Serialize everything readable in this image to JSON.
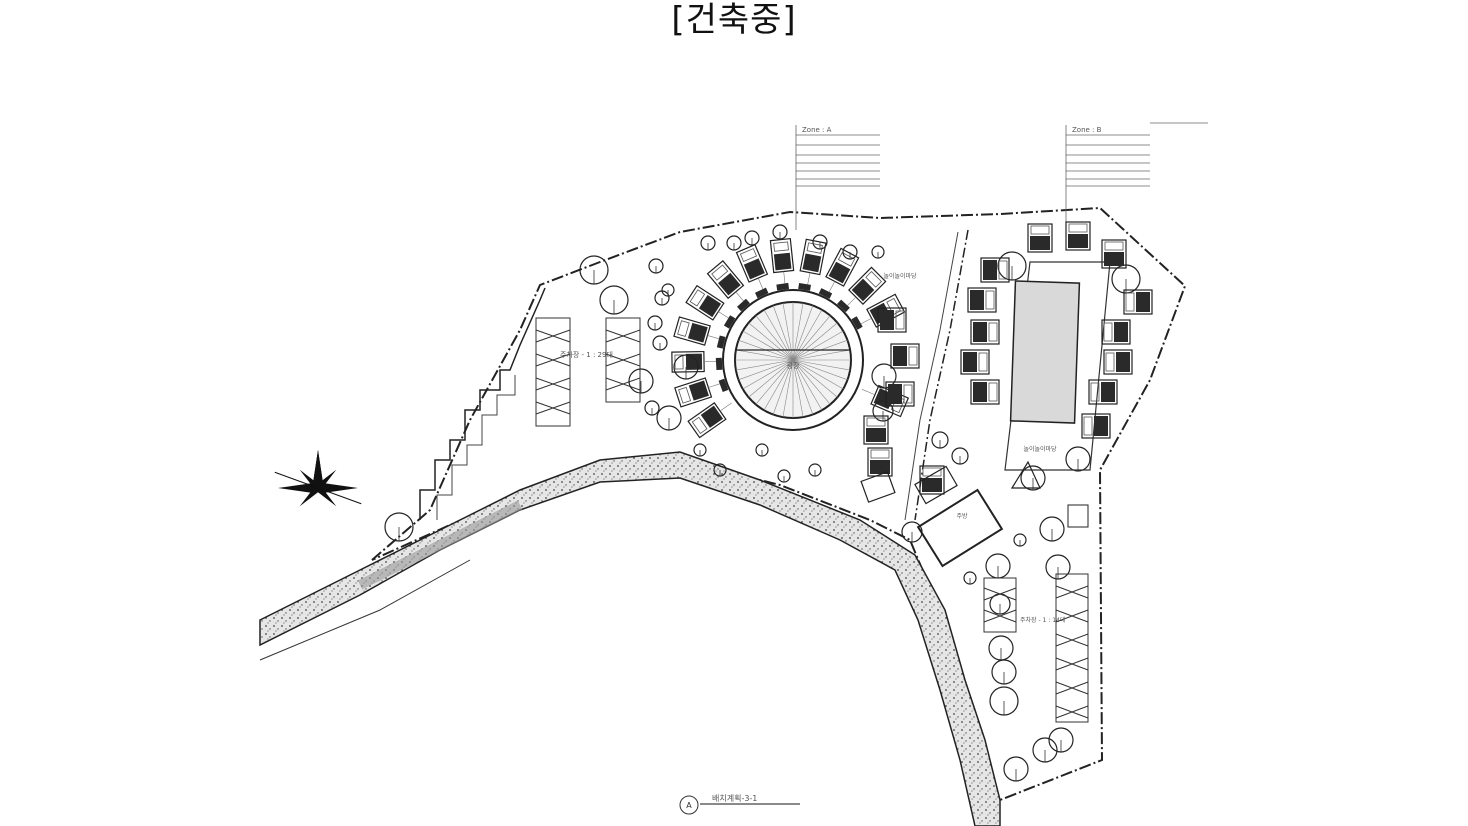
{
  "page": {
    "title": "[건축중]"
  },
  "plan": {
    "zone_a_label": "Zone : A",
    "zone_b_label": "Zone : B",
    "plaza_label": "광장",
    "parking_1_label": "주차장 - 1 : 29대",
    "parking_2_label": "주차장 - 1 : 14대",
    "play_label_a": "놀이놀이마당",
    "play_label_b": "놀이놀이마당",
    "kitchen_label": "주방",
    "drawing_label": "배치계획-3-1",
    "drawing_marker": "A",
    "colors": {
      "ink": "#111111",
      "dark_fill": "#2a2a2a",
      "road_fill": "#bdbdbd",
      "pool_fill": "#d9d9d9"
    }
  }
}
